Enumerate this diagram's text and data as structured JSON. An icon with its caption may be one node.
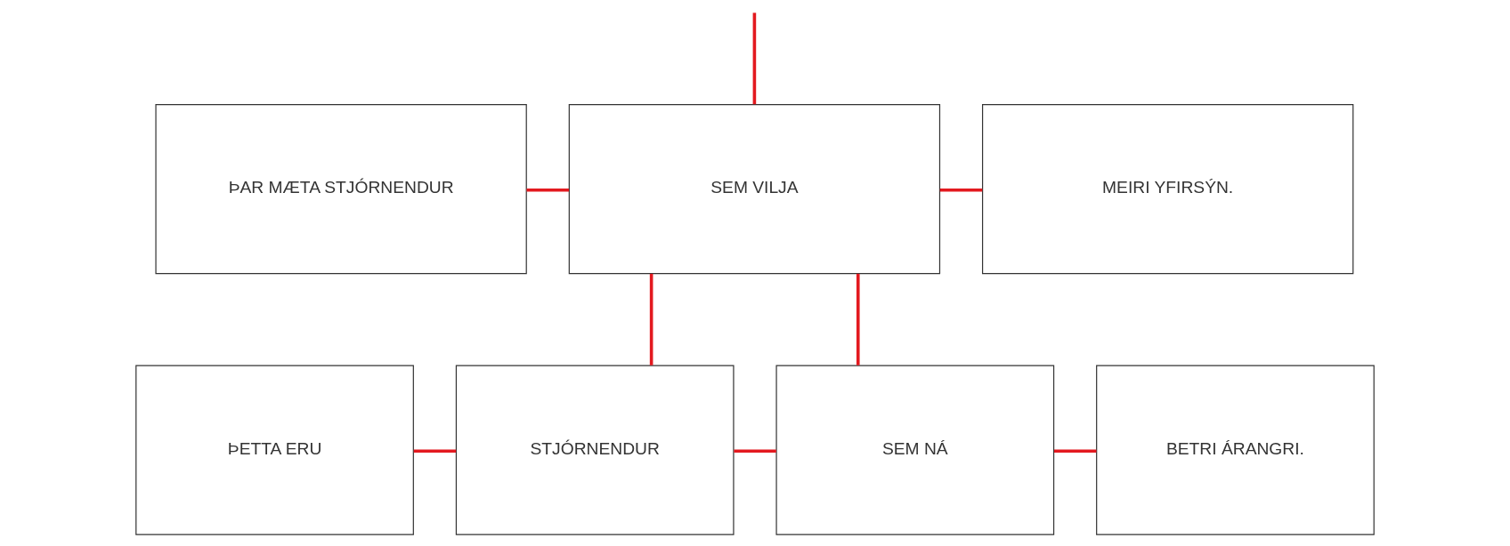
{
  "diagram": {
    "nodes": [
      {
        "text": [
          "ÞAR MÆTA STJÓRNENDUR"
        ]
      },
      {
        "text": [
          "SEM VILJA"
        ]
      },
      {
        "text": [
          "MEIRI YFIRSÝN."
        ]
      },
      {
        "text": [
          "ÞETTA ERU"
        ]
      },
      {
        "text": [
          "STJÓRNENDUR"
        ]
      },
      {
        "text": [
          "SEM NÁ"
        ]
      },
      {
        "text": [
          "BETRI ÁRANGRI."
        ]
      }
    ],
    "edges": [
      {
        "from": null,
        "to": 1,
        "arrow": "none"
      },
      {
        "from": 0,
        "to": 1,
        "arrow": "none"
      },
      {
        "from": 1,
        "to": 2,
        "arrow": "none"
      },
      {
        "from": 1,
        "to": 4,
        "arrow": "none"
      },
      {
        "from": 1,
        "to": 5,
        "arrow": "none"
      },
      {
        "from": 3,
        "to": 4,
        "arrow": "none"
      },
      {
        "from": 4,
        "to": 5,
        "arrow": "none"
      },
      {
        "from": 5,
        "to": 6,
        "arrow": "none"
      }
    ]
  }
}
